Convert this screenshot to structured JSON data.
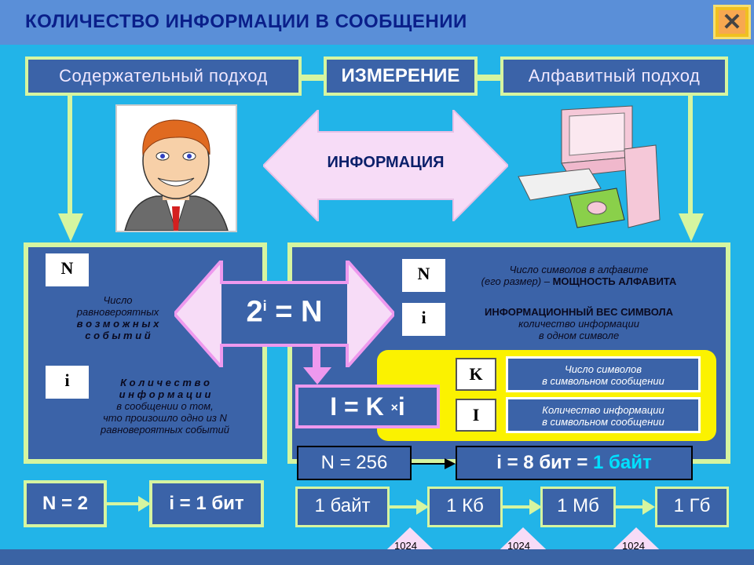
{
  "title": "КОЛИЧЕСТВО ИНФОРМАЦИИ В СООБЩЕНИИ",
  "close_label": "✕",
  "top_row": {
    "left": "Содержательный подход",
    "center": "ИЗМЕРЕНИЕ",
    "right": "Алфавитный подход"
  },
  "center_arrow": "ИНФОРМАЦИЯ",
  "left_panel": {
    "n_letter": "N",
    "n_desc_1": "Число",
    "n_desc_2": "равновероятных",
    "n_desc_3": "в о з м о ж н ы х",
    "n_desc_4": "с о б ы т и й",
    "i_letter": "i",
    "i_desc_1": "К о л и ч е с т в о",
    "i_desc_2": "и н ф о р м а ц и и",
    "i_desc_3": "в  сообщении  о  том,",
    "i_desc_4": "что  произошло  одно  из  N",
    "i_desc_5": "равновероятных  событий"
  },
  "formula_main": {
    "base": "2",
    "exp": "i",
    "rest": "= N"
  },
  "right_panel": {
    "n_letter": "N",
    "n_line1": "Число  символов  в  алфавите",
    "n_line2_a": "(его  размер) –",
    "n_line2_b": "МОЩНОСТЬ  АЛФАВИТА",
    "i_letter": "i",
    "i_line1": "ИНФОРМАЦИОННЫЙ  ВЕС  СИМВОЛА",
    "i_line2": "количество  информации",
    "i_line3": "в  одном  символе",
    "formula_I": "I = K",
    "formula_x": "×",
    "formula_i": "i",
    "k_letter": "K",
    "k_line1": "Число  символов",
    "k_line2": "в  символьном  сообщении",
    "big_i_letter": "I",
    "bi_line1": "Количество  информации",
    "bi_line2": "в  символьном  сообщении"
  },
  "n256": "N = 256",
  "byte_eq_a": "i = 8 бит = ",
  "byte_eq_b": "1 байт",
  "n2": "N = 2",
  "i1bit": "i = 1 бит",
  "units": [
    "1 байт",
    "1 Кб",
    "1 Мб",
    "1 Гб"
  ],
  "factor": "1024",
  "colors": {
    "background": "#22b4e8",
    "panel": "#3b63a8",
    "border_green": "#d6f5a0",
    "pink": "#ee99ee",
    "yellow": "#fbf200",
    "title": "#0a1f8a"
  }
}
